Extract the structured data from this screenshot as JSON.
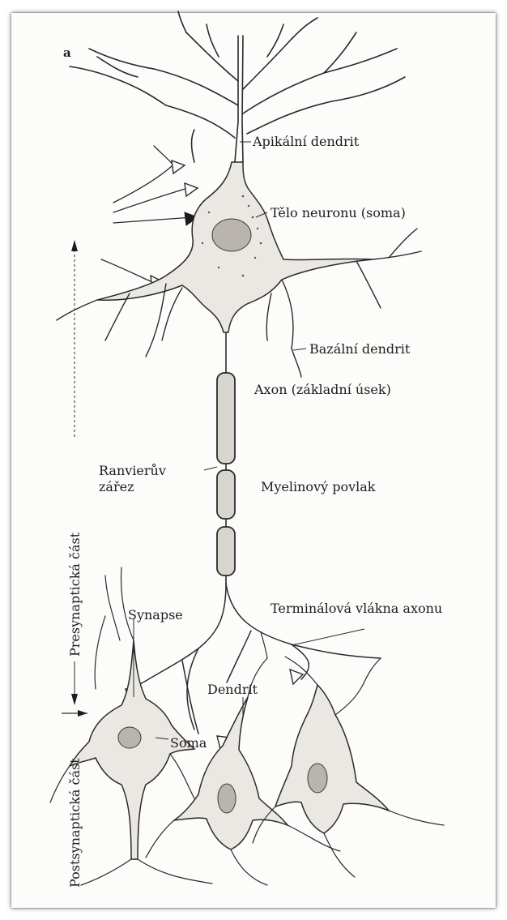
{
  "figure": {
    "panel_letter": "a",
    "labels": {
      "apical_dendrite": "Apikální dendrit",
      "soma_main": "Tělo neuronu (soma)",
      "basal_dendrite": "Bazální dendrit",
      "axon_initial": "Axon (základní úsek)",
      "ranvier_line1": "Ranvierův",
      "ranvier_line2": "zářez",
      "myelin": "Myelinový povlak",
      "synapse": "Synapse",
      "terminal_fibers": "Terminálová vlákna axonu",
      "dendrit": "Dendrit",
      "soma_post": "Soma"
    },
    "side_labels": {
      "presynaptic": "Presynaptická část",
      "postsynaptic": "Postsynaptická část"
    }
  }
}
